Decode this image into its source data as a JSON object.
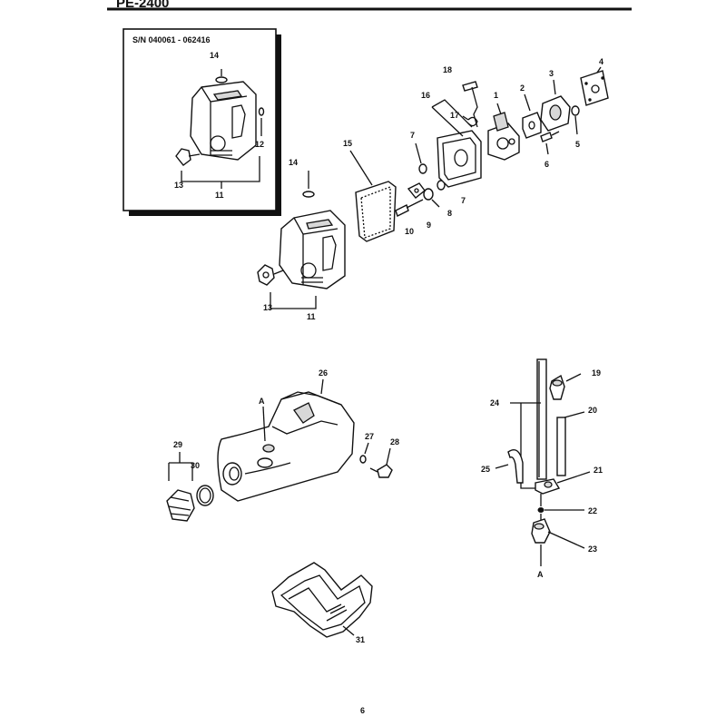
{
  "header": {
    "model": "PE-2400"
  },
  "inset": {
    "serial_range": "S/N  040061 - 062416"
  },
  "callouts": {
    "p1": "1",
    "p2": "2",
    "p3": "3",
    "p4": "4",
    "p5": "5",
    "p6": "6",
    "p7a": "7",
    "p7b": "7",
    "p8": "8",
    "p9": "9",
    "p10": "10",
    "p11_inset": "11",
    "p11": "11",
    "p12": "12",
    "p13_inset": "13",
    "p13": "13",
    "p14_inset": "14",
    "p14": "14",
    "p15": "15",
    "p16": "16",
    "p17": "17",
    "p18": "18",
    "p19": "19",
    "p20": "20",
    "p21": "21",
    "p22": "22",
    "p23": "23",
    "p24": "24",
    "p25": "25",
    "p26": "26",
    "p27": "27",
    "p28": "28",
    "p29": "29",
    "p30": "30",
    "p31": "31",
    "ref_a_tank": "A",
    "ref_a_line": "A"
  },
  "footer": {
    "page_number": "6"
  }
}
